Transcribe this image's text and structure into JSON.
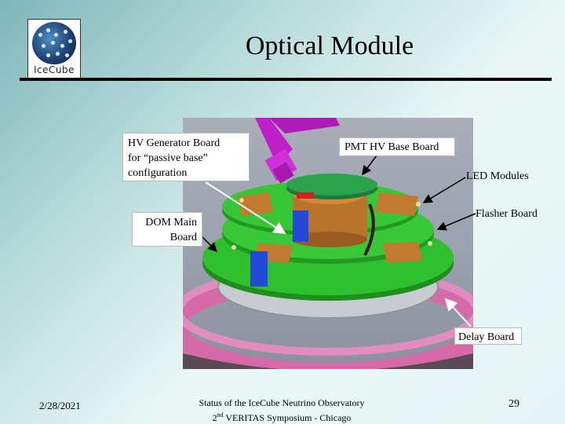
{
  "logo": {
    "text": "IceCube"
  },
  "slide": {
    "title": "Optical Module"
  },
  "labels": {
    "hv_generator": [
      "HV Generator Board",
      "for “passive base”",
      "configuration"
    ],
    "pmt_hv_base": "PMT HV Base Board",
    "led_modules": "LED Modules",
    "flasher_board": "Flasher Board",
    "dom_main": [
      "DOM Main",
      "Board"
    ],
    "delay_board": "Delay Board"
  },
  "footer": {
    "date": "2/28/2021",
    "line1": "Status of the IceCube Neutrino Observatory",
    "line2_prefix": "2",
    "line2_sup": "nd",
    "line2_suffix": " VERITAS Symposium - Chicago",
    "page": "29"
  },
  "colors": {
    "board_green": "#2ec02e",
    "ring_pink": "#d66aa8",
    "arm_magenta": "#c01ec8",
    "pmt_copper": "#b8742a",
    "cable_blue": "#2448d8"
  }
}
